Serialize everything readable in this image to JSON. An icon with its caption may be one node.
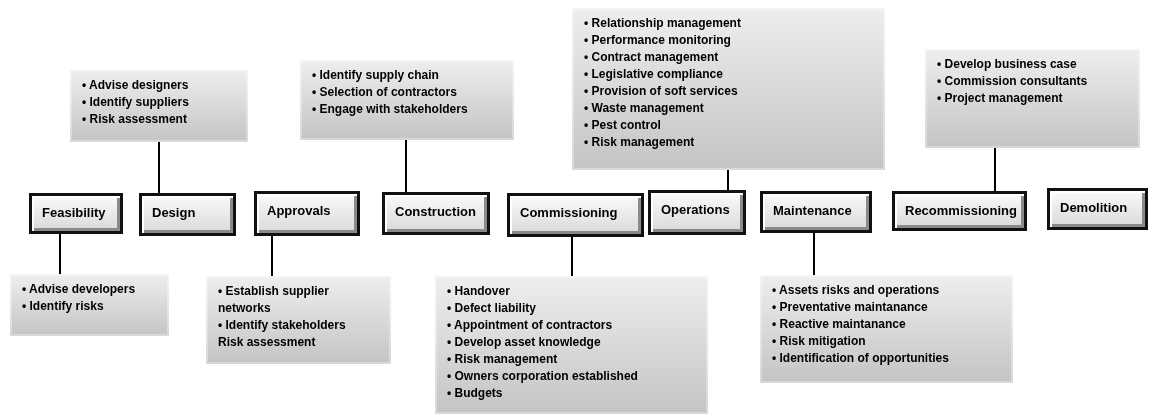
{
  "diagram": {
    "nodes": [
      {
        "text": [
          "Feasibility"
        ]
      },
      {
        "text": [
          "Design"
        ]
      },
      {
        "text": [
          "Approvals"
        ]
      },
      {
        "text": [
          "Construction"
        ]
      },
      {
        "text": [
          "Commissioning"
        ]
      },
      {
        "text": [
          "Operations"
        ]
      },
      {
        "text": [
          "Maintenance"
        ]
      },
      {
        "text": [
          "Recommissioning"
        ]
      },
      {
        "text": [
          "Demolition"
        ]
      },
      {
        "text": [
          "• Advise designers",
          "• Identify suppliers",
          "• Risk assessment"
        ]
      },
      {
        "text": [
          "• Identify supply chain",
          "• Selection of contractors",
          "• Engage with stakeholders"
        ]
      },
      {
        "text": [
          "• Relationship management",
          "• Performance monitoring",
          "• Contract management",
          "• Legislative compliance",
          "• Provision of soft services",
          "• Waste management",
          "• Pest control",
          "• Risk management"
        ]
      },
      {
        "text": [
          "• Develop business case",
          "• Commission consultants",
          "• Project management"
        ]
      },
      {
        "text": [
          "• Advise developers",
          "• Identify risks"
        ]
      },
      {
        "text": [
          "• Establish supplier networks",
          "• Identify stakeholders",
          "Risk assessment"
        ]
      },
      {
        "text": [
          "• Handover",
          "• Defect liability",
          "• Appointment of contractors",
          "• Develop asset knowledge",
          "• Risk management",
          "• Owners corporation  established",
          "• Budgets"
        ]
      },
      {
        "text": [
          "• Assets risks and operations",
          "• Preventative maintanance",
          "• Reactive maintanance",
          "• Risk mitigation",
          "• Identification of opportunities"
        ]
      }
    ],
    "edges": [
      {
        "from": 9,
        "to": 1,
        "arrow": "none"
      },
      {
        "from": 10,
        "to": 3,
        "arrow": "none"
      },
      {
        "from": 11,
        "to": 5,
        "arrow": "none"
      },
      {
        "from": 12,
        "to": 7,
        "arrow": "none"
      },
      {
        "from": 0,
        "to": 13,
        "arrow": "none"
      },
      {
        "from": 2,
        "to": 14,
        "arrow": "none"
      },
      {
        "from": 4,
        "to": 15,
        "arrow": "none"
      },
      {
        "from": 6,
        "to": 16,
        "arrow": "none"
      }
    ]
  }
}
